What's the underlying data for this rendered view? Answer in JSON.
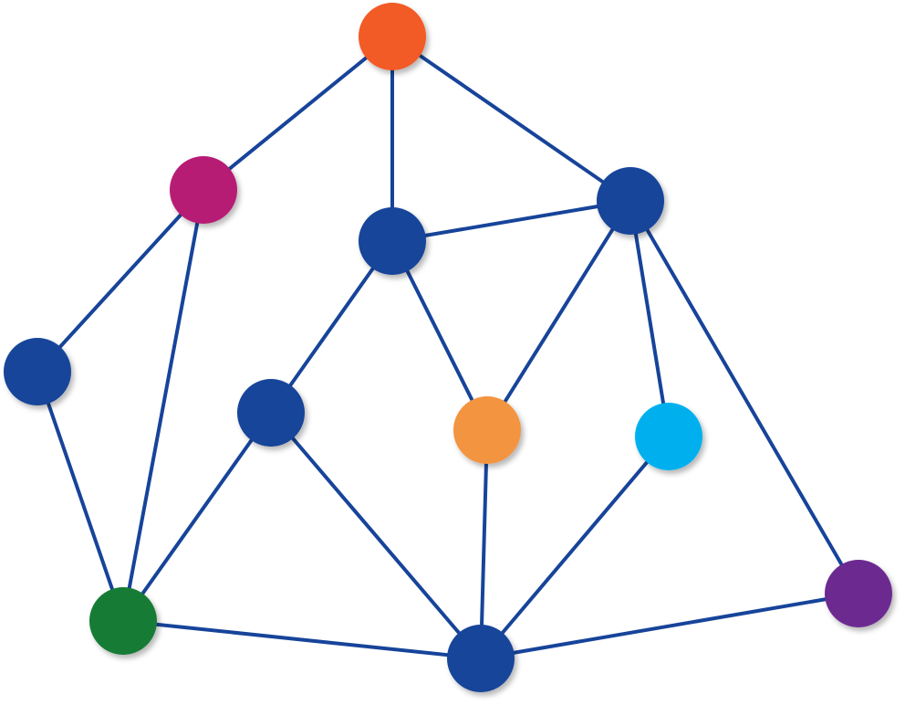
{
  "graph": {
    "edge_color": "#17449a",
    "nodes": [
      {
        "id": "n-top-orange",
        "color": "#f25a25"
      },
      {
        "id": "n-magenta",
        "color": "#b71e74"
      },
      {
        "id": "n-center-blue",
        "color": "#17449a"
      },
      {
        "id": "n-right-blue",
        "color": "#17449a"
      },
      {
        "id": "n-left-blue",
        "color": "#17449a"
      },
      {
        "id": "n-mid-blue",
        "color": "#17449a"
      },
      {
        "id": "n-light-orange",
        "color": "#f39440"
      },
      {
        "id": "n-cyan",
        "color": "#00b0ee"
      },
      {
        "id": "n-green",
        "color": "#187b36"
      },
      {
        "id": "n-bottom-blue",
        "color": "#17449a"
      },
      {
        "id": "n-purple",
        "color": "#6c2c91"
      }
    ],
    "edges": [
      [
        "n-top-orange",
        "n-magenta"
      ],
      [
        "n-top-orange",
        "n-center-blue"
      ],
      [
        "n-top-orange",
        "n-right-blue"
      ],
      [
        "n-magenta",
        "n-left-blue"
      ],
      [
        "n-magenta",
        "n-green"
      ],
      [
        "n-center-blue",
        "n-right-blue"
      ],
      [
        "n-center-blue",
        "n-mid-blue"
      ],
      [
        "n-center-blue",
        "n-light-orange"
      ],
      [
        "n-right-blue",
        "n-light-orange"
      ],
      [
        "n-right-blue",
        "n-cyan"
      ],
      [
        "n-right-blue",
        "n-purple"
      ],
      [
        "n-left-blue",
        "n-green"
      ],
      [
        "n-mid-blue",
        "n-green"
      ],
      [
        "n-mid-blue",
        "n-bottom-blue"
      ],
      [
        "n-light-orange",
        "n-bottom-blue"
      ],
      [
        "n-cyan",
        "n-bottom-blue"
      ],
      [
        "n-green",
        "n-bottom-blue"
      ],
      [
        "n-bottom-blue",
        "n-purple"
      ]
    ]
  }
}
